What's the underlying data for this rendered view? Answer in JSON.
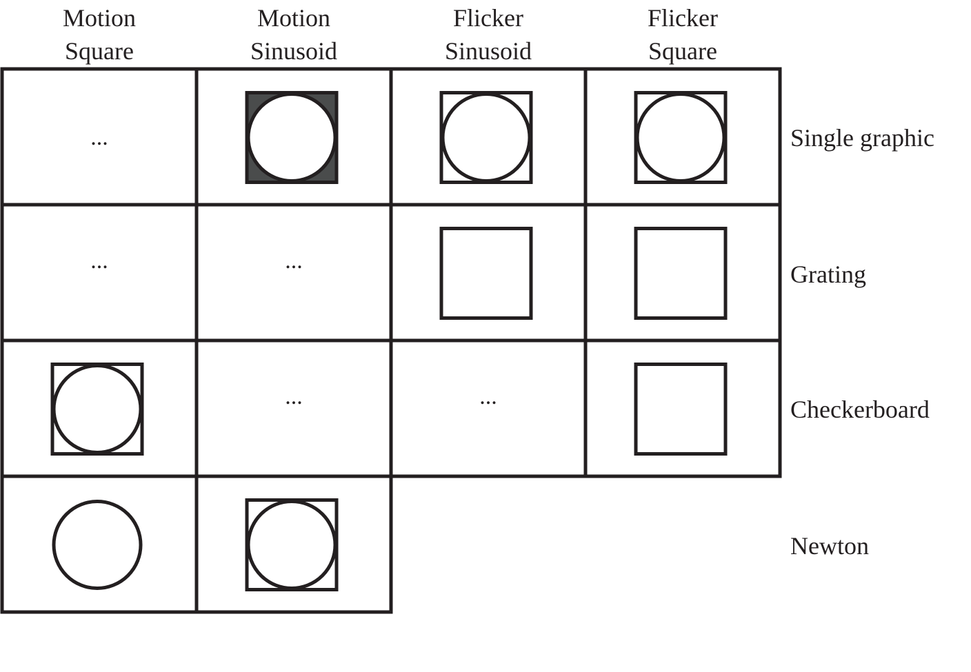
{
  "columns": [
    {
      "line1": "Motion",
      "line2": "Square"
    },
    {
      "line1": "Motion",
      "line2": "Sinusoid"
    },
    {
      "line1": "Flicker",
      "line2": "Sinusoid"
    },
    {
      "line1": "Flicker",
      "line2": "Square"
    }
  ],
  "rows": [
    {
      "label": "Single graphic"
    },
    {
      "label": "Grating"
    },
    {
      "label": "Checkerboard"
    },
    {
      "label": "Newton"
    }
  ],
  "cells": [
    [
      "ellipsis",
      "square-circle-dark",
      "square-circle",
      "square-circle"
    ],
    [
      "ellipsis",
      "ellipsis",
      "square",
      "square"
    ],
    [
      "square-circle",
      "ellipsis",
      "ellipsis",
      "square"
    ],
    [
      "circle",
      "square-circle",
      "none",
      "none"
    ]
  ],
  "ellipsis_text": "...",
  "colors": {
    "line": "#231f20",
    "dark_fill": "#4a4c4c",
    "background": "#ffffff"
  }
}
